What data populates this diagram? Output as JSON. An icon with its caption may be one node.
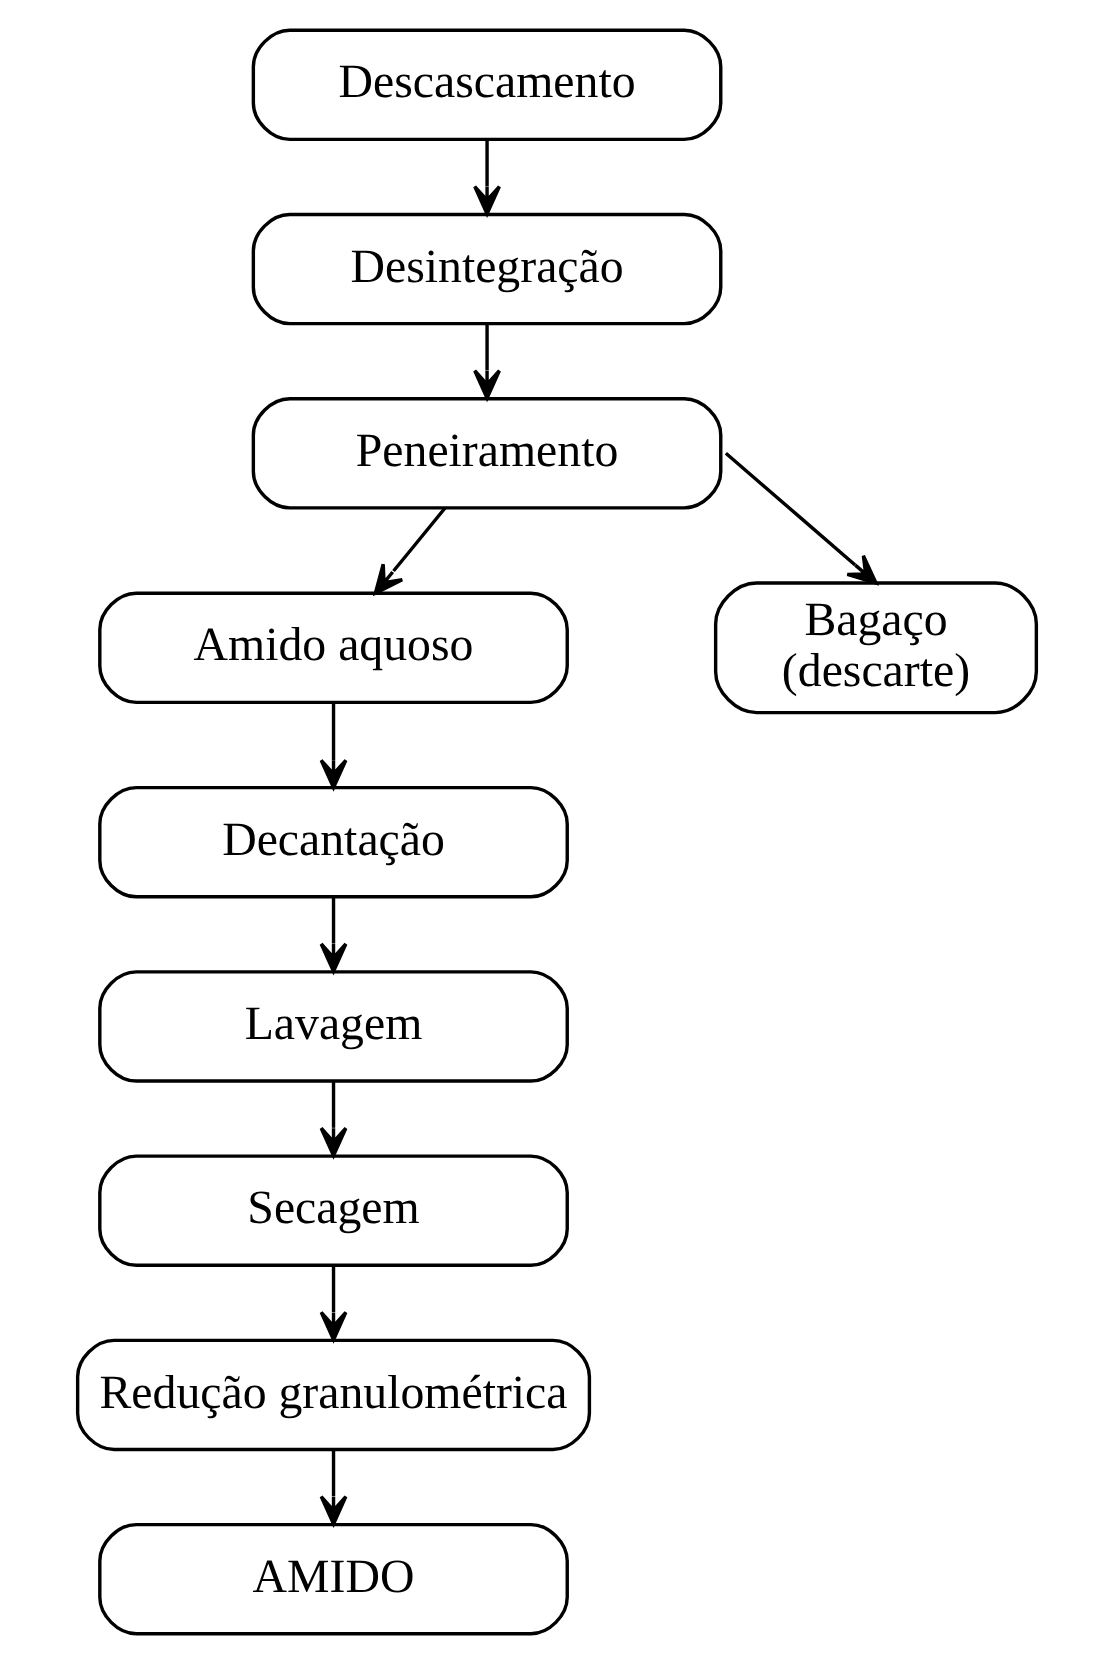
{
  "diagram": {
    "nodes": [
      {
        "text": [
          "Descascamento"
        ]
      },
      {
        "text": [
          "Desintegração"
        ]
      },
      {
        "text": [
          "Peneiramento"
        ]
      },
      {
        "text": [
          "Amido aquoso"
        ]
      },
      {
        "text": [
          "Bagaço (descarte)"
        ]
      },
      {
        "text": [
          "Decantação"
        ]
      },
      {
        "text": [
          "Lavagem"
        ]
      },
      {
        "text": [
          "Secagem"
        ]
      },
      {
        "text": [
          "Redução granulométrica"
        ]
      },
      {
        "text": [
          "AMIDO"
        ]
      }
    ],
    "edges": [
      {
        "from": 0,
        "to": 1,
        "arrow": "to"
      },
      {
        "from": 1,
        "to": 2,
        "arrow": "to"
      },
      {
        "from": 2,
        "to": 3,
        "arrow": "to"
      },
      {
        "from": 2,
        "to": 4,
        "arrow": "to"
      },
      {
        "from": 3,
        "to": 5,
        "arrow": "to"
      },
      {
        "from": 5,
        "to": 6,
        "arrow": "to"
      },
      {
        "from": 6,
        "to": 7,
        "arrow": "to"
      },
      {
        "from": 7,
        "to": 8,
        "arrow": "to"
      },
      {
        "from": 8,
        "to": 9,
        "arrow": "to"
      }
    ]
  }
}
